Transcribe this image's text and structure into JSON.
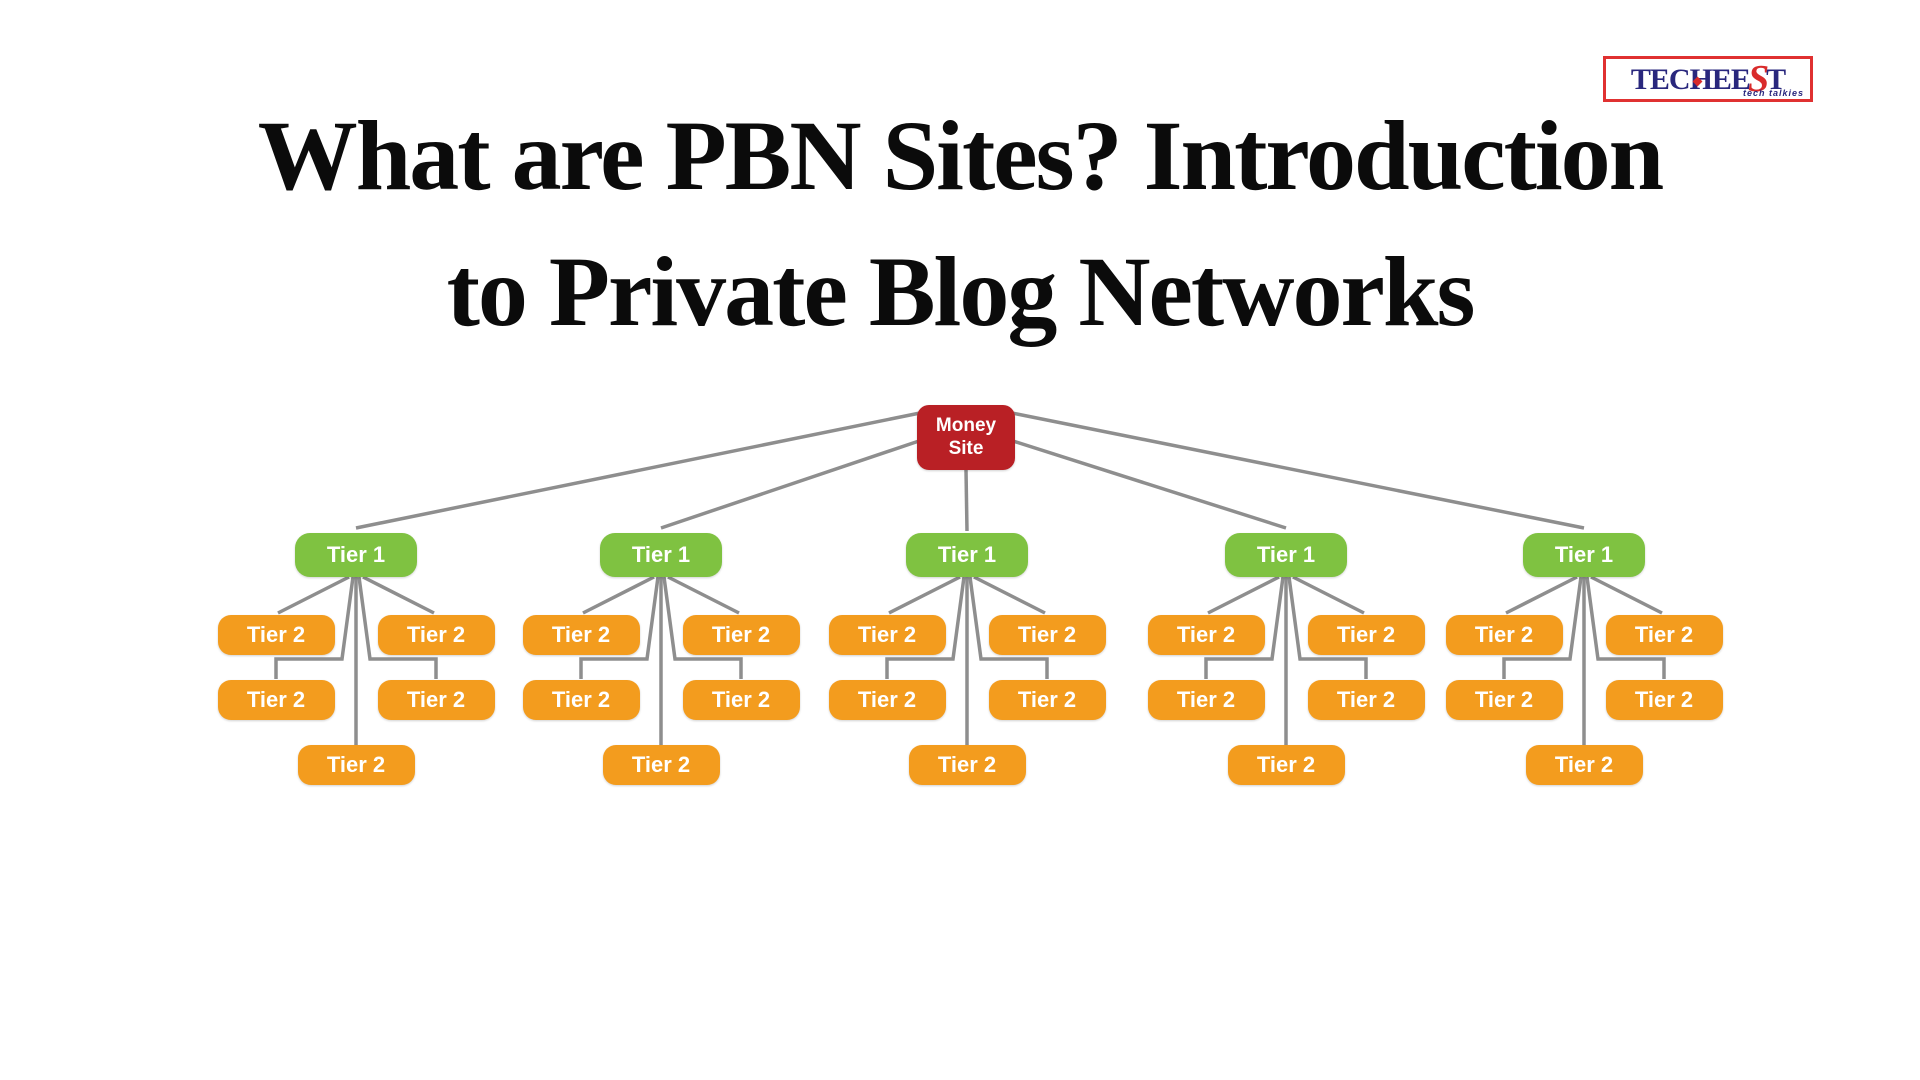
{
  "logo": {
    "part1": "TECHEE",
    "part2": "S",
    "part3": "T",
    "tagline": "tech talkies",
    "border_color": "#e03131",
    "text_color": "#29277d",
    "accent_color": "#d92b2b"
  },
  "title": {
    "line1": "What are PBN Sites? Introduction",
    "line2": "to Private Blog Networks",
    "color": "#0b0b0b"
  },
  "diagram": {
    "type": "tree",
    "root": {
      "line1": "Money",
      "line2": "Site",
      "color": "#b92025"
    },
    "tier1": {
      "label": "Tier 1",
      "color": "#7fc241",
      "count": 5
    },
    "tier2": {
      "label": "Tier 2",
      "color": "#f39c1e",
      "per_group": 5,
      "rows": [
        2,
        2,
        1
      ]
    },
    "line_color": "#8e8e8e",
    "text_color": "#ffffff"
  }
}
